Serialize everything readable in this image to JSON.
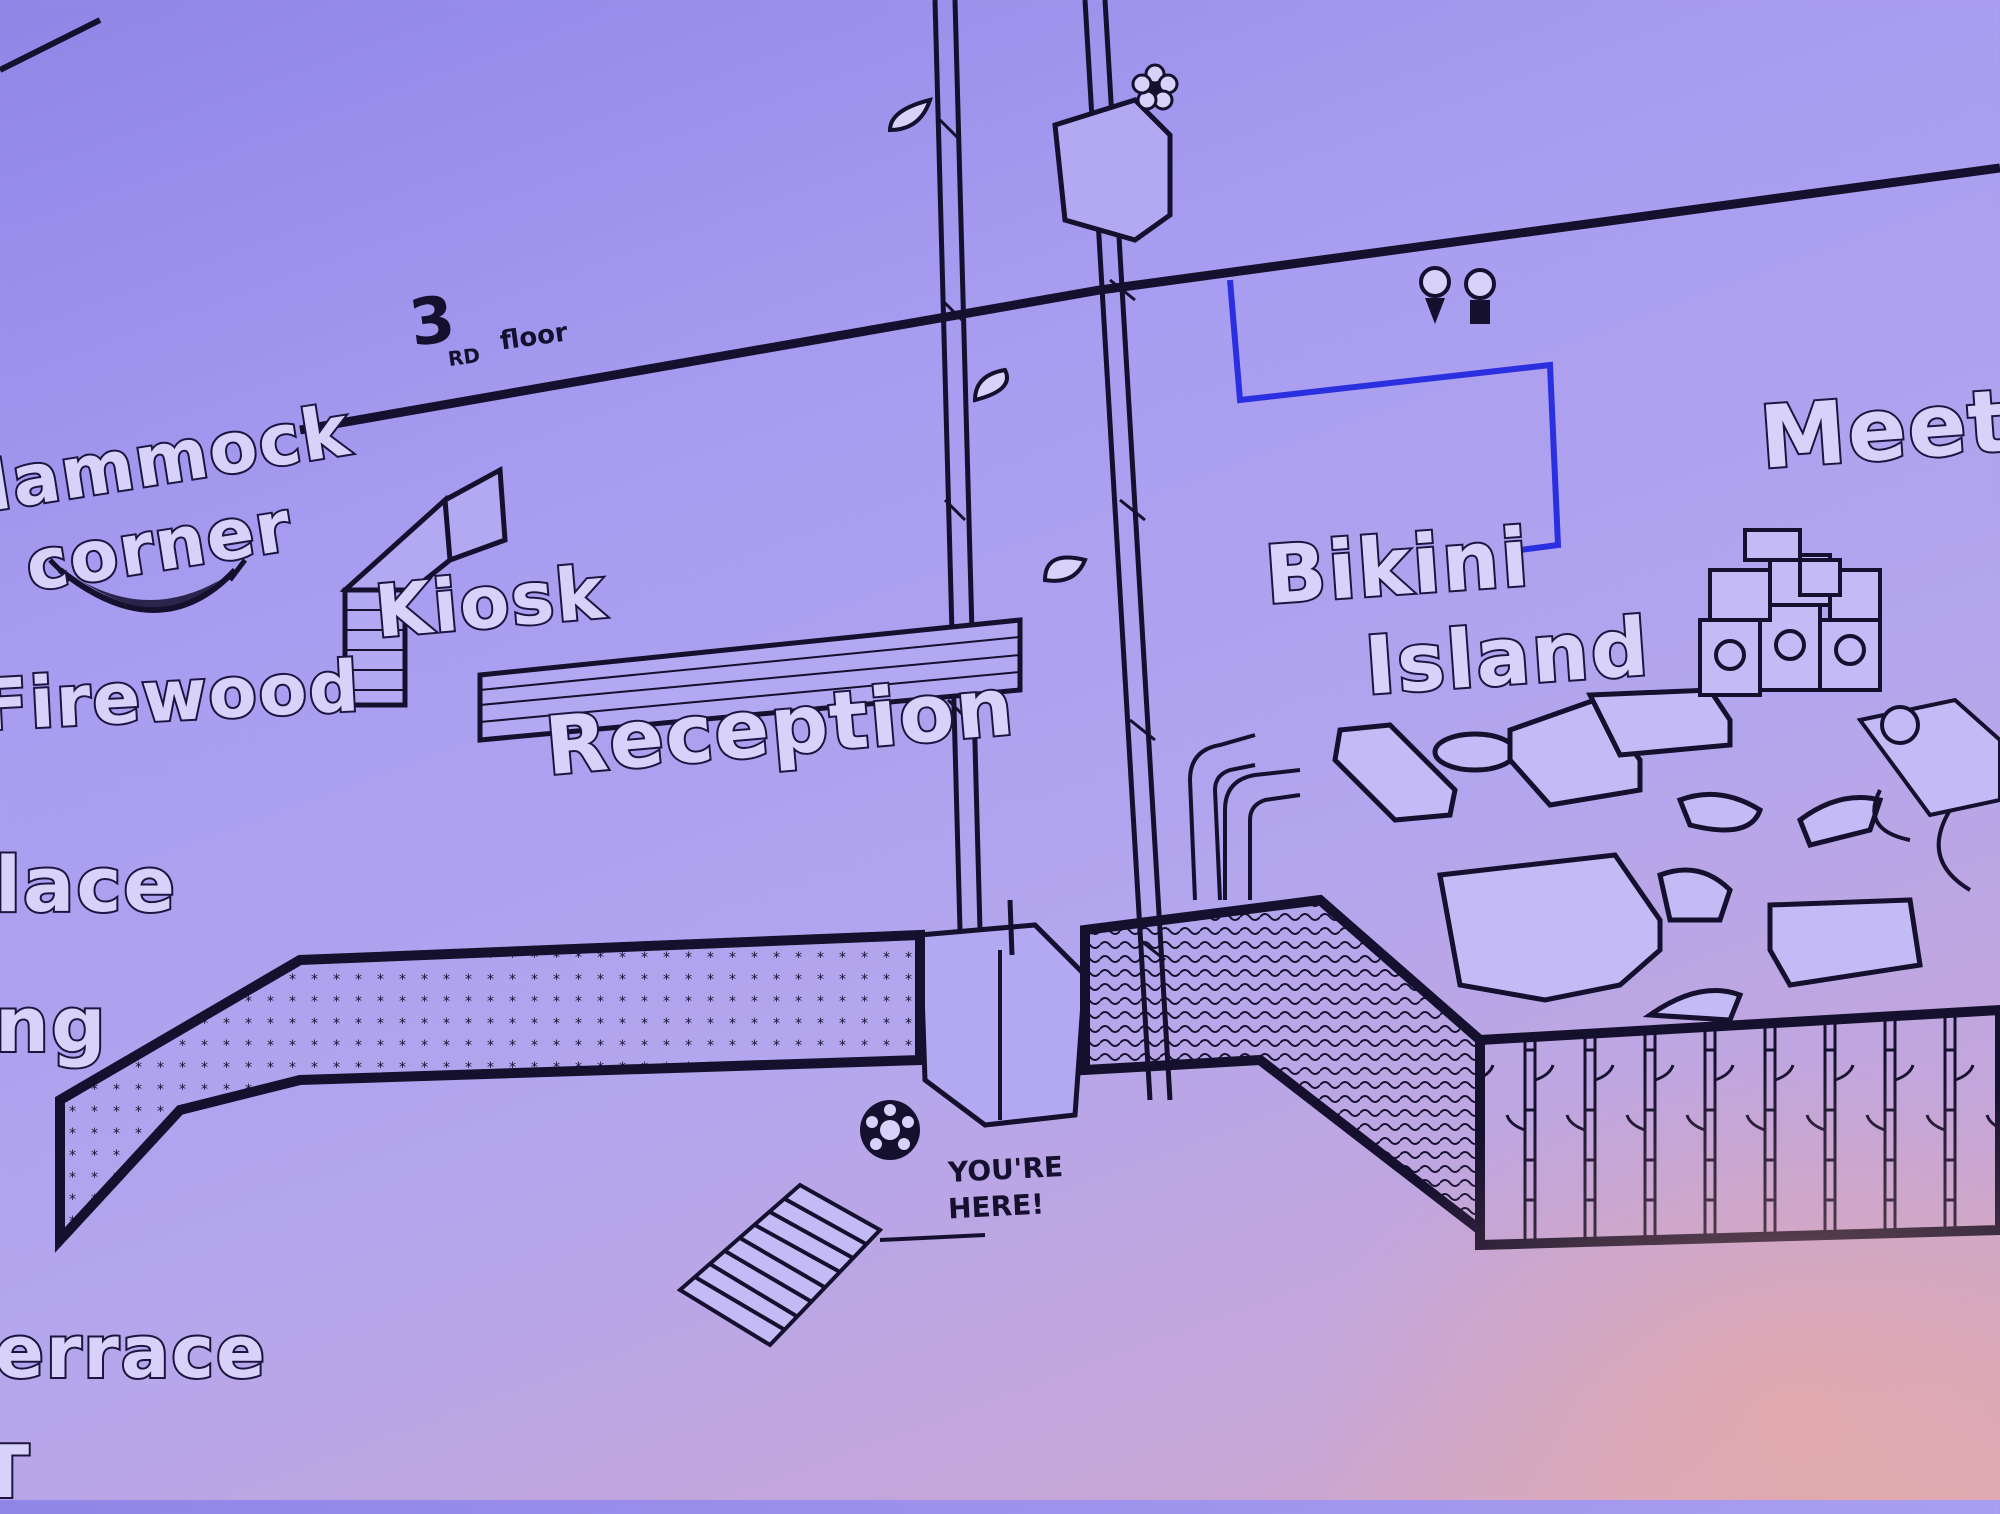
{
  "colors": {
    "wall": "#a79cf0",
    "ink": "#15102e",
    "letter_fill": "#d8d2fb"
  },
  "floor": {
    "number": "3",
    "suffix": "RD",
    "word": "floor"
  },
  "labels": {
    "hammock": "Hammock",
    "corner": "corner",
    "kiosk": "Kiosk",
    "firewood": "Firewood",
    "reception": "Reception",
    "bikini": "Bikini",
    "island": "Island",
    "meet": "Meet",
    "place": "lace",
    "ng": "ng",
    "terrace": "errace",
    "t": "T"
  },
  "marker": {
    "line1": "YOU'RE",
    "line2": "HERE!"
  },
  "icons": [
    "restroom-icon",
    "hammock-icon",
    "heart-icon",
    "flower-icon",
    "you-are-here-marker-icon",
    "stairs-icon",
    "speaker-stack-icon",
    "dj-deck-icon"
  ]
}
